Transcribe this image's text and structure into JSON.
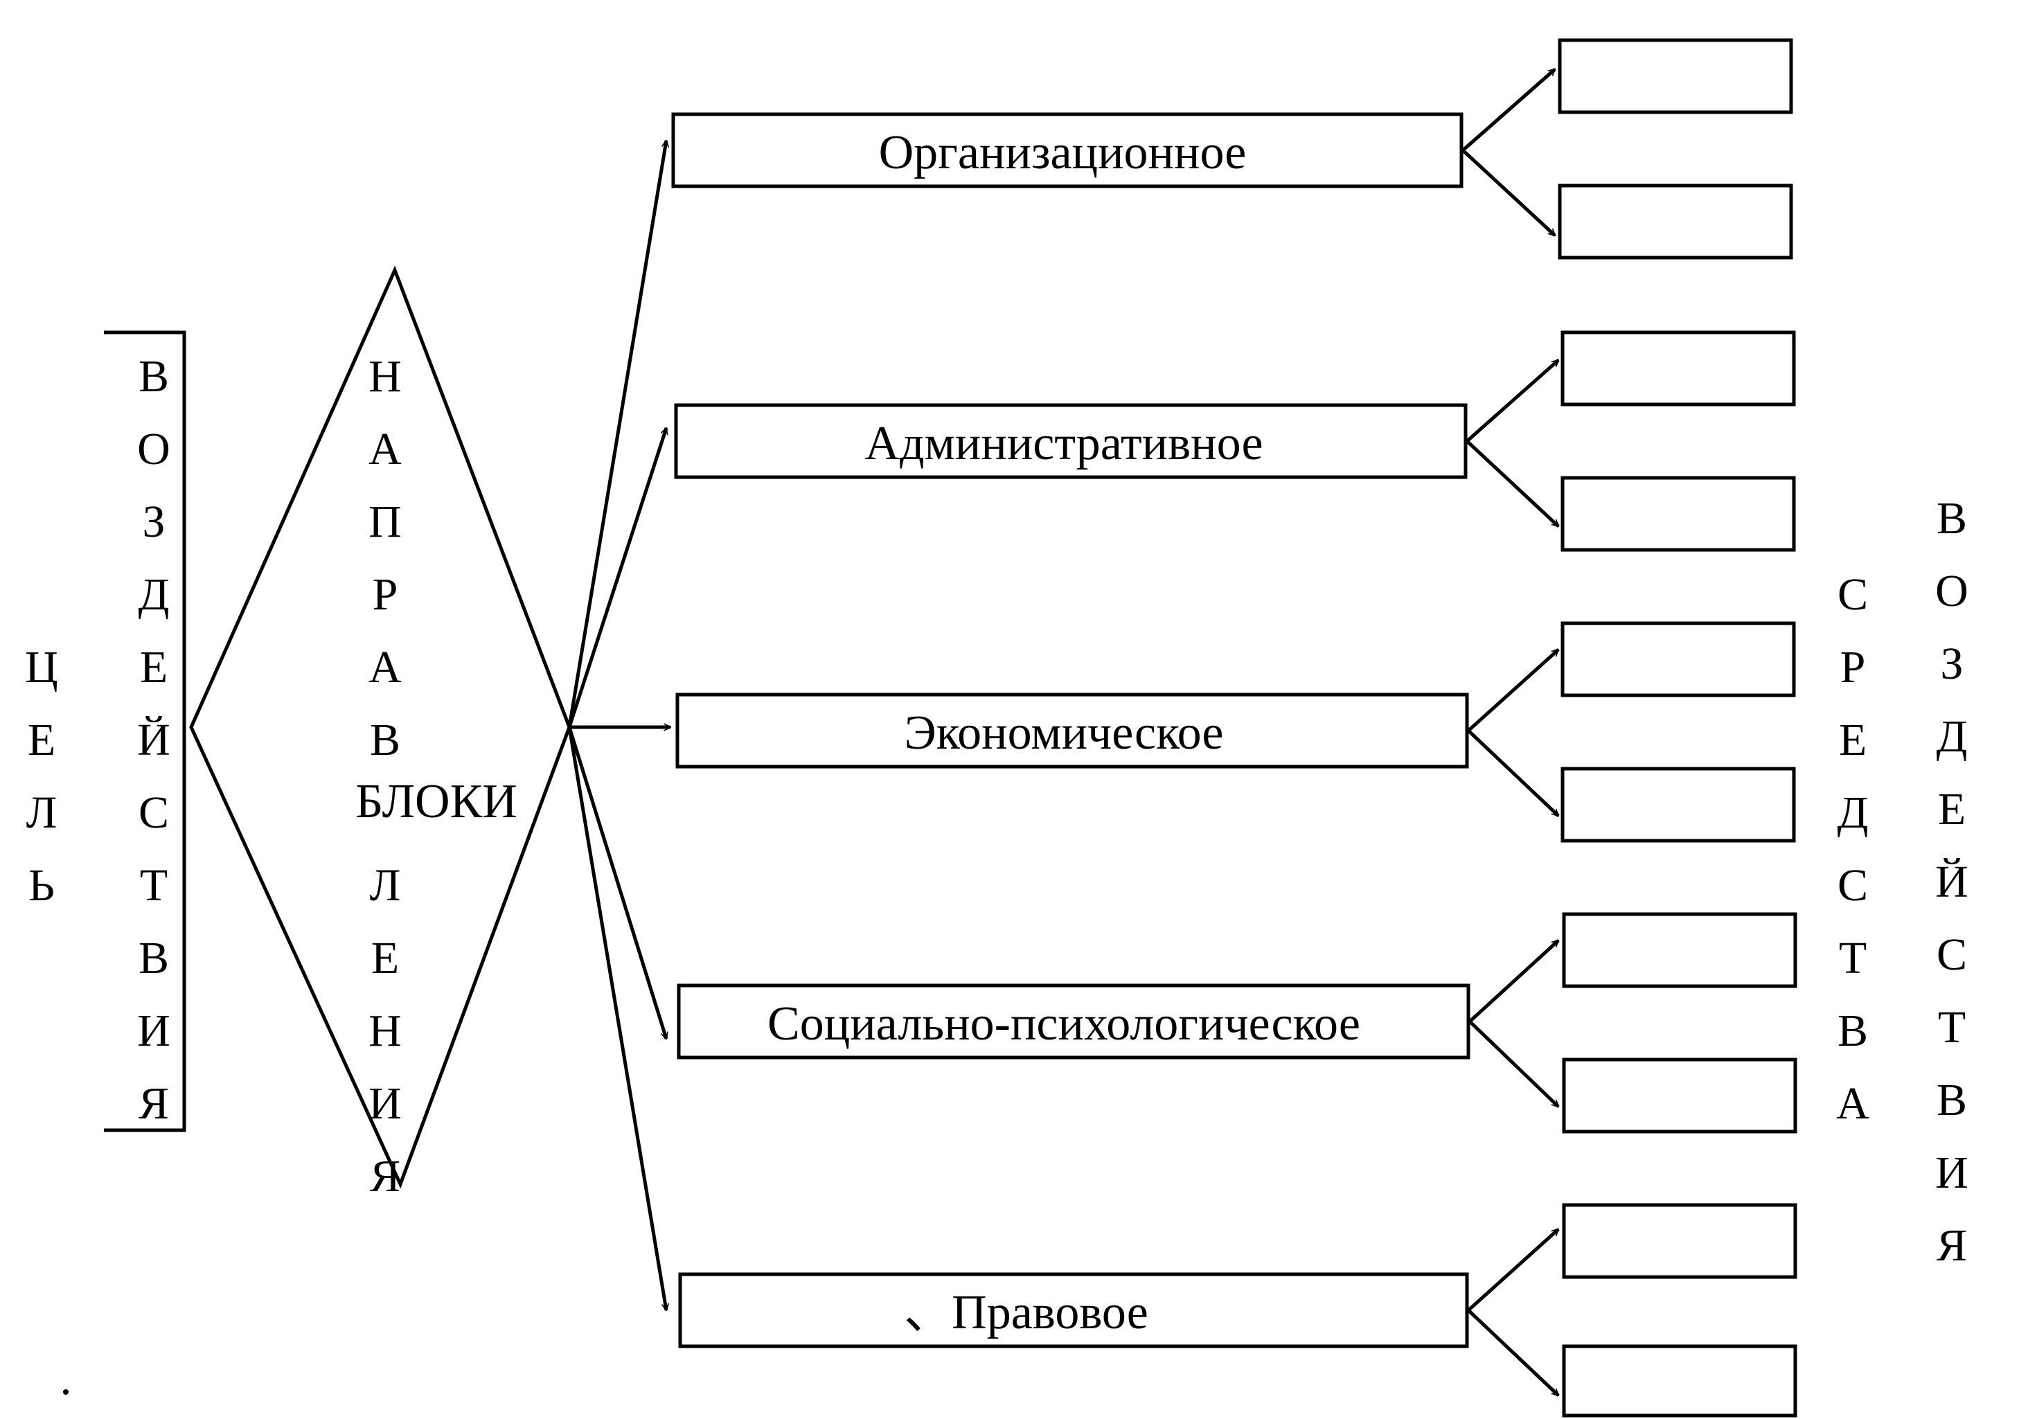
{
  "goal_label": "ЦЕЛЬ",
  "impact_label_left": "ВОЗДЕЙСТВИЯ",
  "directions_label": "НАПРАВЛЕНИЯ",
  "blocks_label": "БЛОКИ",
  "directions": [
    {
      "label": "Организационное"
    },
    {
      "label": "Административное"
    },
    {
      "label": "Экономическое"
    },
    {
      "label": "Социально-психологическое"
    },
    {
      "label": "Правовое"
    }
  ],
  "means_label_1": "СРЕДСТВА",
  "means_label_2": "ВОЗДЕЙСТВИЯ",
  "stray_mark": "、"
}
